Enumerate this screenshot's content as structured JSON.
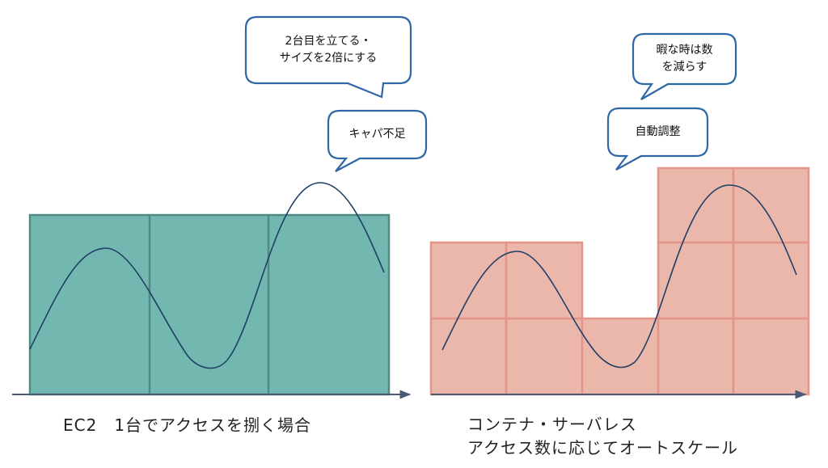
{
  "colors": {
    "ec2_fill": "#73b8b0",
    "ec2_stroke": "#4f8b83",
    "container_fill": "#eab7aa",
    "container_stroke": "#e3958a",
    "curve": "#1f3f66",
    "axis": "#4b5a72",
    "bubble_stroke": "#2f67a6"
  },
  "left_panel": {
    "caption": "EC2　1台でアクセスを捌く場合",
    "bubbles": [
      {
        "text": "2台目を立てる・\nサイズを2倍にする"
      },
      {
        "text": "キャパ不足"
      }
    ],
    "segments": 3
  },
  "right_panel": {
    "caption": "コンテナ・サーバレス\nアクセス数に応じてオートスケール",
    "bubbles": [
      {
        "text": "暇な時は数\nを減らす"
      },
      {
        "text": "自動調整"
      }
    ],
    "column_box_counts": [
      2,
      2,
      1,
      3,
      3
    ]
  }
}
